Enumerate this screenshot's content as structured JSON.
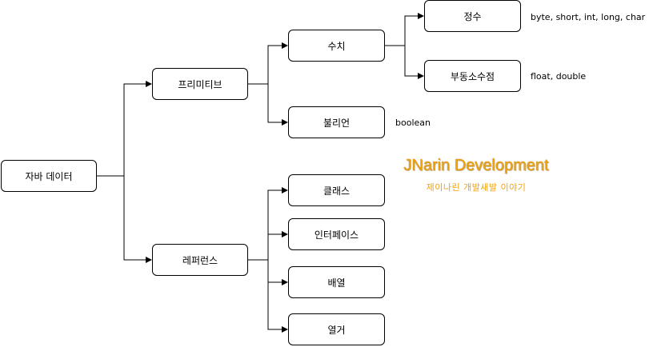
{
  "nodes": {
    "java_data": "자바 데이터",
    "primitive": "프리미티브",
    "reference": "레퍼런스",
    "numeric": "수치",
    "boolean": "불리언",
    "integer": "정수",
    "floating_point": "부동소수점",
    "class": "클래스",
    "interface": "인터페이스",
    "array": "배열",
    "enum": "열거"
  },
  "notes": {
    "integer_types": "byte, short, int, long, char",
    "float_types": "float, double",
    "boolean_type": "boolean"
  },
  "watermark": {
    "title": "JNarin Development",
    "subtitle": "제이나린 개발새발 이야기"
  },
  "colors": {
    "line": "#000000",
    "watermark": "#f0a30a"
  }
}
